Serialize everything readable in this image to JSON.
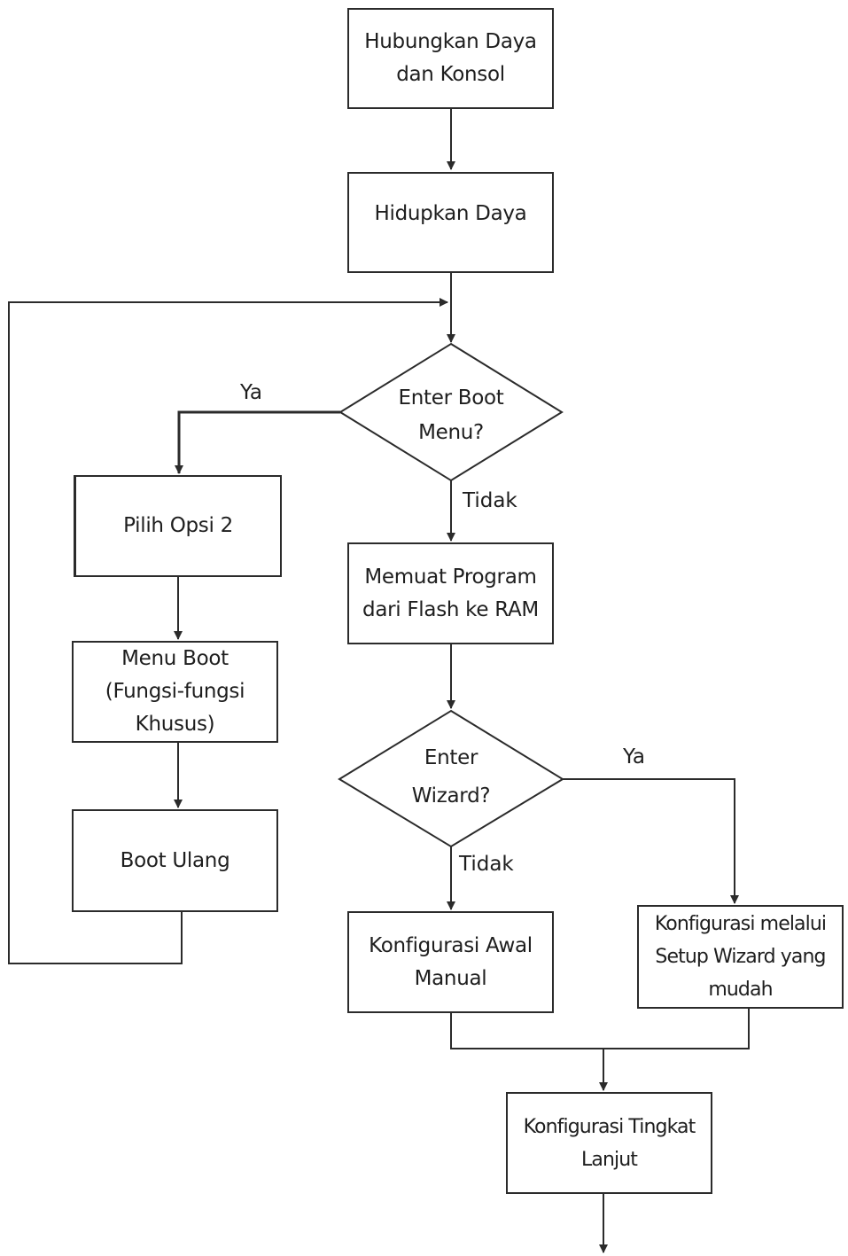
{
  "nodes": {
    "connect_power": {
      "lines": [
        "Hubungkan Daya",
        "dan Konsol"
      ]
    },
    "power_on": {
      "lines": [
        "Hidupkan Daya"
      ]
    },
    "enter_boot_menu": {
      "lines": [
        "Enter Boot",
        "Menu?"
      ]
    },
    "choose_option": {
      "lines": [
        "Pilih Opsi 2"
      ]
    },
    "boot_menu": {
      "lines": [
        "Menu Boot",
        "(Fungsi-fungsi",
        "Khusus)"
      ]
    },
    "reboot": {
      "lines": [
        "Boot Ulang"
      ]
    },
    "load_program": {
      "lines": [
        "Memuat Program",
        "dari Flash ke RAM"
      ]
    },
    "enter_wizard": {
      "lines": [
        "Enter",
        "Wizard?"
      ]
    },
    "manual_config": {
      "lines": [
        "Konfigurasi Awal",
        "Manual"
      ]
    },
    "wizard_config": {
      "lines": [
        "Konfigurasi melalui",
        "Setup Wizard yang",
        "mudah"
      ]
    },
    "advanced_config": {
      "lines": [
        "Konfigurasi Tingkat",
        "Lanjut"
      ]
    }
  },
  "edge_labels": {
    "boot_yes": "Ya",
    "boot_no": "Tidak",
    "wizard_yes": "Ya",
    "wizard_no": "Tidak"
  },
  "colors": {
    "stroke": "#2b2b2b",
    "text": "#1e1e1e",
    "background": "#ffffff"
  }
}
